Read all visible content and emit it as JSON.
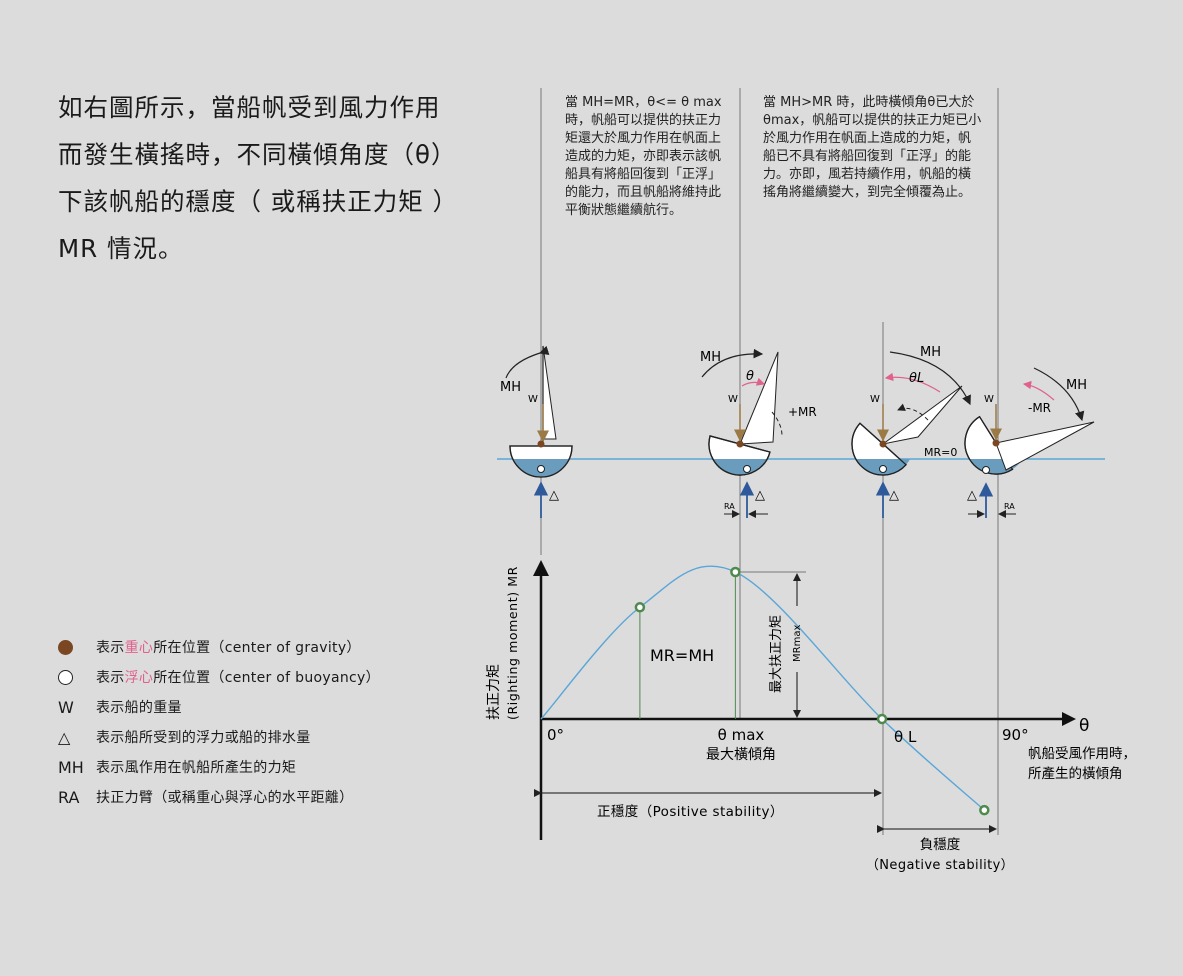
{
  "intro": {
    "lines": [
      "如右圖所示，當船帆受到風力作用",
      "而發生橫搖時，不同橫傾角度（θ）",
      "下該帆船的穩度（ 或稱扶正力矩 ）",
      "MR 情況。"
    ]
  },
  "notes": {
    "stable": "當 MH=MR，θ<= θ max 時，帆船可以提供的扶正力矩還大於風力作用在帆面上造成的力矩，亦即表示該帆船具有將船回復到「正浮」的能力，而且帆船將維持此平衡狀態繼續航行。",
    "unstable": "當 MH>MR 時，此時橫傾角θ已大於θmax，帆船可以提供的扶正力矩已小於風力作用在帆面上造成的力矩，帆船已不具有將船回復到「正浮」的能力。亦即，風若持續作用，帆船的橫搖角將繼續變大，到完全傾覆為止。"
  },
  "legend": [
    {
      "icon": "gravity-dot",
      "symbol": "",
      "prefix": "表示",
      "highlight": "重心",
      "suffix": "所在位置（center of gravity）"
    },
    {
      "icon": "buoyancy-dot",
      "symbol": "",
      "prefix": "表示",
      "highlight": "浮心",
      "suffix": "所在位置（center of buoyancy）"
    },
    {
      "icon": "",
      "symbol": "W",
      "prefix": "表示船的重量",
      "highlight": "",
      "suffix": ""
    },
    {
      "icon": "",
      "symbol": "△",
      "prefix": "表示船所受到的浮力或船的排水量",
      "highlight": "",
      "suffix": ""
    },
    {
      "icon": "",
      "symbol": "MH",
      "prefix": "表示風作用在帆船所產生的力矩",
      "highlight": "",
      "suffix": ""
    },
    {
      "icon": "",
      "symbol": "RA",
      "prefix": "扶正力臂（或稱重心與浮心的水平距離）",
      "highlight": "",
      "suffix": ""
    }
  ],
  "boats": {
    "mh": "MH",
    "w": "W",
    "delta": "△",
    "ra": "RA",
    "theta": "θ",
    "theta_l": "θL",
    "plus_mr": "+MR",
    "mr_zero": "MR=0",
    "minus_mr": "-MR"
  },
  "chart_data": {
    "type": "line",
    "ylabel_cn": "扶正力矩",
    "ylabel_en": "(Righting moment) MR",
    "xlabel": "θ",
    "xlabel_note": [
      "帆船受風作用時，",
      "所產生的橫傾角"
    ],
    "ticks": {
      "zero": "0°",
      "thetamax": "θ max",
      "thetamax_cn": "最大橫傾角",
      "thetal": "θ L",
      "ninety": "90°"
    },
    "annotations": {
      "mr_eq_mh": "MR=MH",
      "mrmax_cn": "最大扶正力矩",
      "mrmax": "MRmax"
    },
    "ranges": {
      "positive": "正穩度（Positive stability）",
      "negative_cn": "負穩度",
      "negative_en": "（Negative stability）"
    },
    "marked_points": [
      {
        "x": 0,
        "y": 0
      },
      {
        "x": 0.29,
        "y": 0.76
      },
      {
        "x": 0.57,
        "y": 1.0
      },
      {
        "x": 1.0,
        "y": 0.0
      },
      {
        "x": 1.3,
        "y": -0.62
      }
    ]
  },
  "colors": {
    "water": "#5aa6d8",
    "hull_water": "#6a9dbd",
    "gravity": "#7b4722",
    "buoyancy_arrow": "#2e5a9c",
    "weight_arrow": "#9c7a45",
    "marker": "#4e8a4e",
    "pink": "#e0628c"
  }
}
